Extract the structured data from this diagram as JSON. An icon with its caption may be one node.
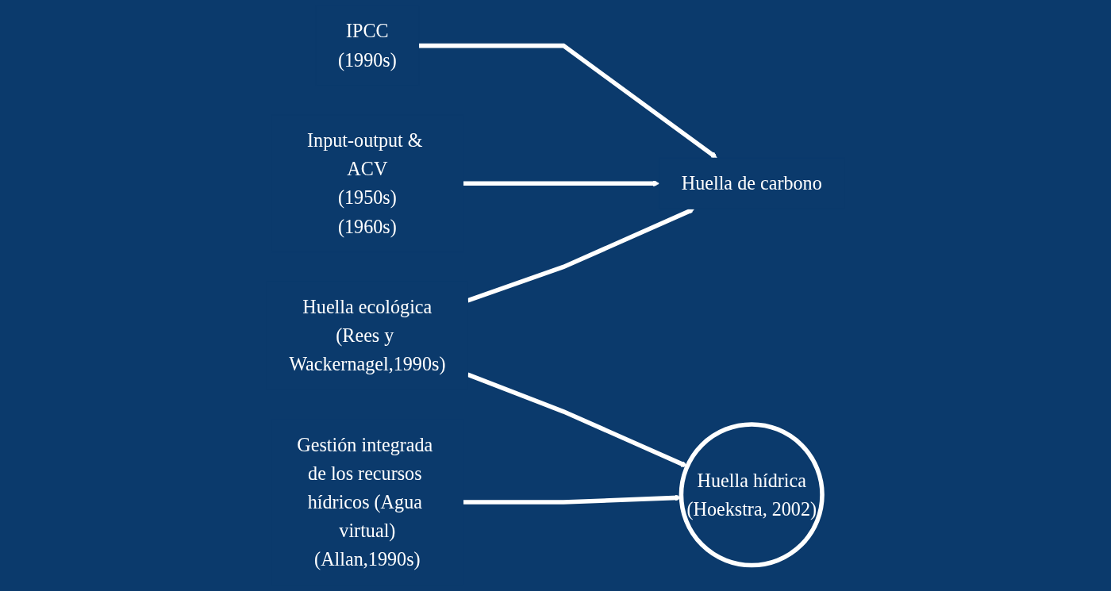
{
  "diagram": {
    "nodes": [
      {
        "text": [
          "IPCC",
          "(1990s)"
        ]
      },
      {
        "text": [
          "Input-output & ACV",
          "(1950s)",
          "(1960s)"
        ]
      },
      {
        "text": [
          "Huella ecológica",
          "(Rees y Wackernagel,1990s)"
        ]
      },
      {
        "text": [
          "Gestión integrada de los recursos hídricos (Agua virtual)",
          "(Allan,1990s)"
        ]
      },
      {
        "text": [
          "Huella de carbono"
        ]
      },
      {
        "text": [
          "Huella hídrica",
          "(Hoekstra, 2002)"
        ]
      }
    ],
    "edges": [
      {
        "from": 0,
        "to": 4,
        "arrow": "to"
      },
      {
        "from": 1,
        "to": 4,
        "arrow": "to"
      },
      {
        "from": 2,
        "to": 4,
        "arrow": "to"
      },
      {
        "from": 2,
        "to": 5,
        "arrow": "to"
      },
      {
        "from": 3,
        "to": 5,
        "arrow": "to"
      }
    ]
  }
}
